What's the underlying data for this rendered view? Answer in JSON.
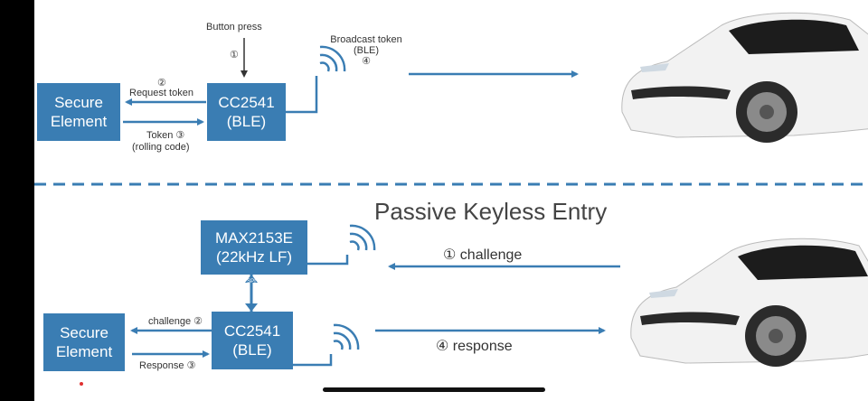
{
  "top": {
    "button_press": "Button press",
    "step1": "①",
    "request_step": "②",
    "request_label": "Request token",
    "token_label": "Token ③",
    "rolling_code": "(rolling code)",
    "broadcast_line1": "Broadcast token",
    "broadcast_line2": "(BLE)",
    "broadcast_step": "④",
    "secure_element": {
      "line1": "Secure",
      "line2": "Element"
    },
    "cc2541": {
      "line1": "CC2541",
      "line2": "(BLE)"
    }
  },
  "bottom": {
    "title": "Passive Keyless Entry",
    "max_chip": {
      "line1": "MAX2153E",
      "line2": "(22kHz LF)"
    },
    "spi_label": "SPI",
    "cc2541": {
      "line1": "CC2541",
      "line2": "(BLE)"
    },
    "secure_element": {
      "line1": "Secure",
      "line2": "Element"
    },
    "challenge_small": "challenge ②",
    "response_small": "Response ③",
    "challenge_big": "① challenge",
    "response_big": "④ response"
  },
  "colors": {
    "accent": "#3a7db3",
    "divider": "#3a7db3",
    "car_body": "#f2f2f2"
  },
  "icons": [
    "wireless-signal-icon",
    "car-image"
  ]
}
